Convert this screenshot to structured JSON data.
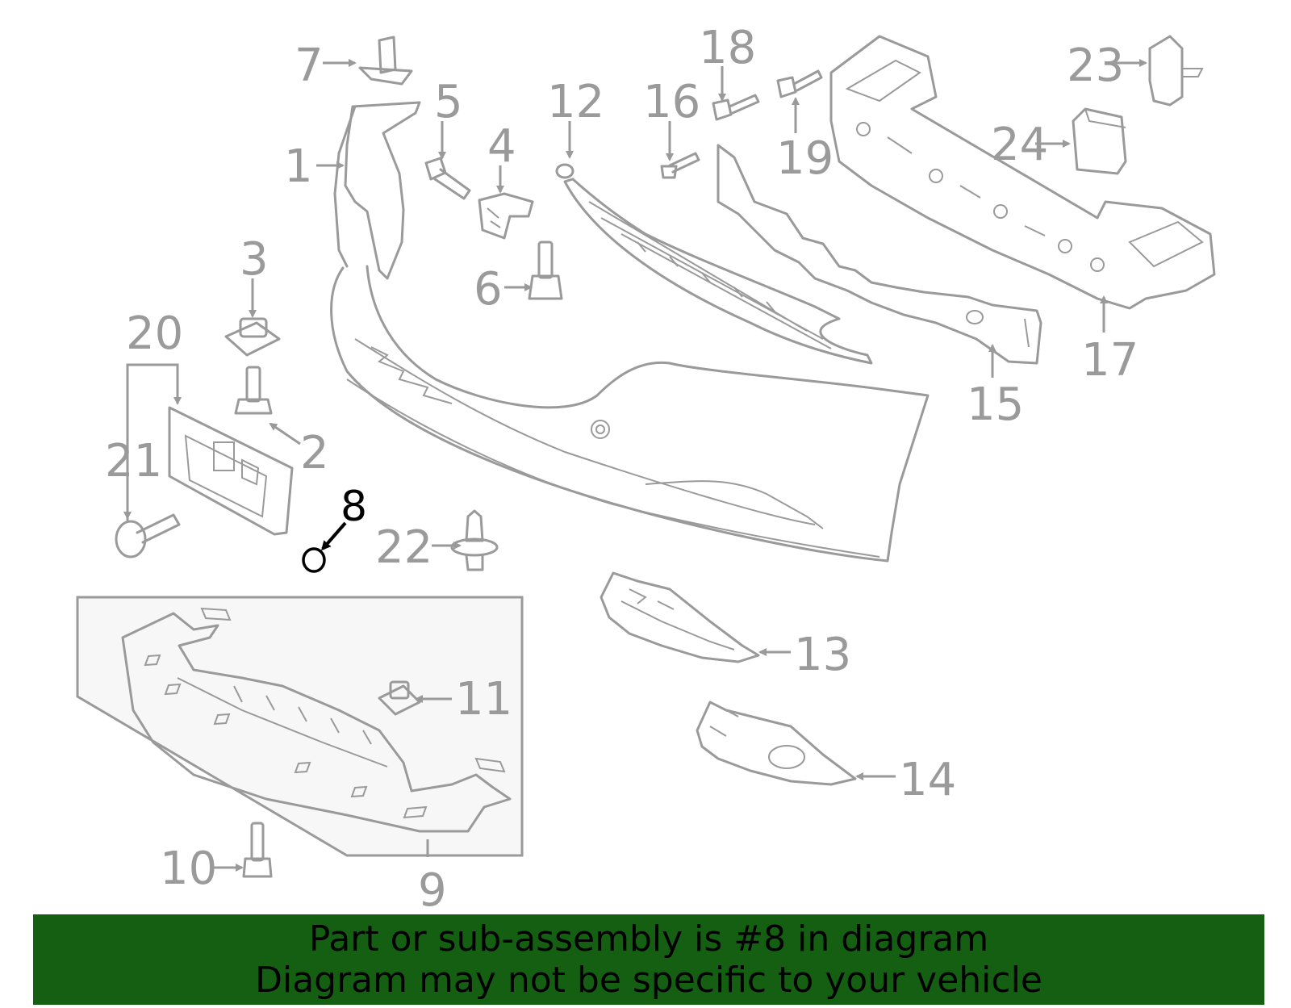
{
  "callouts": {
    "c1": "1",
    "c2": "2",
    "c3": "3",
    "c4": "4",
    "c5": "5",
    "c6": "6",
    "c7": "7",
    "c8": "8",
    "c9": "9",
    "c10": "10",
    "c11": "11",
    "c12": "12",
    "c13": "13",
    "c14": "14",
    "c15": "15",
    "c16": "16",
    "c17": "17",
    "c18": "18",
    "c19": "19",
    "c20": "20",
    "c21": "21",
    "c22": "22",
    "c23": "23",
    "c24": "24"
  },
  "highlighted_part": "8",
  "colors": {
    "line_art": "#9a9a9a",
    "highlight": "#000000",
    "banner_background": "#155f12",
    "banner_text": "#000000"
  },
  "banner": {
    "line1": "Part or sub-assembly is #8 in diagram",
    "line2": "Diagram may not be specific to your vehicle"
  }
}
